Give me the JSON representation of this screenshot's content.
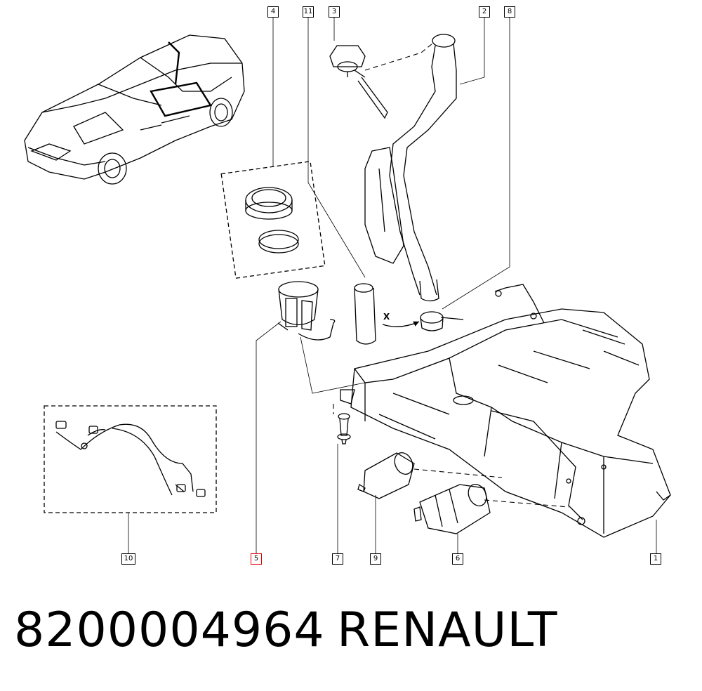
{
  "callouts": {
    "c1": "1",
    "c2": "2",
    "c3": "3",
    "c4": "4",
    "c5": "5",
    "c6": "6",
    "c7": "7",
    "c8": "8",
    "c9": "9",
    "c10": "10",
    "c11": "11"
  },
  "view_label": "X",
  "footer": {
    "part_number": "8200004964",
    "brand": "RENAULT"
  },
  "selected_callout": "5",
  "colors": {
    "line": "#000000",
    "selected": "#e00000",
    "background": "#ffffff"
  }
}
